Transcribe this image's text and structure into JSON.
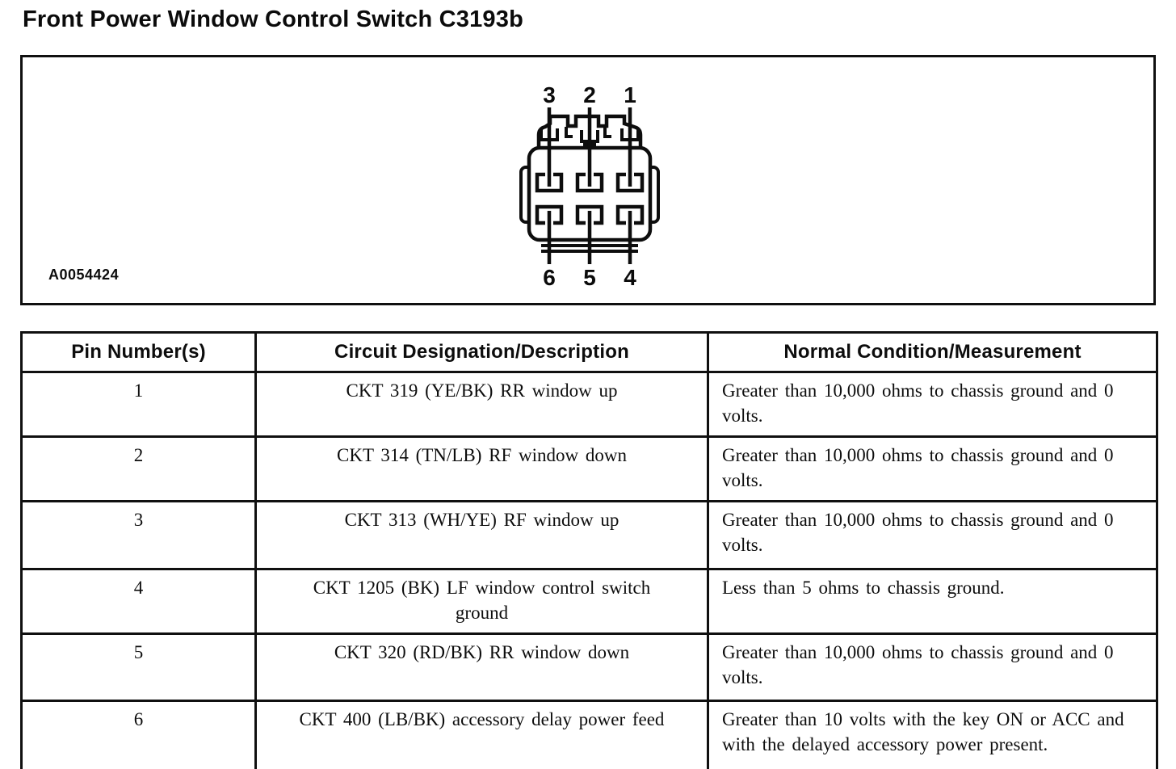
{
  "page": {
    "title": "Front Power Window Control Switch C3193b"
  },
  "diagram": {
    "figure_id": "A0054424",
    "connector": "6-pin connector, face view",
    "pin_labels_top": [
      "3",
      "2",
      "1"
    ],
    "pin_labels_bottom": [
      "6",
      "5",
      "4"
    ]
  },
  "table": {
    "headers": [
      "Pin Number(s)",
      "Circuit Designation/Description",
      "Normal Condition/Measurement"
    ],
    "rows": [
      {
        "pin": "1",
        "circuit": "CKT 319 (YE/BK) RR window up",
        "condition": "Greater than 10,000 ohms to chassis ground and 0 volts."
      },
      {
        "pin": "2",
        "circuit": "CKT 314 (TN/LB) RF window down",
        "condition": "Greater than 10,000 ohms to chassis ground and 0 volts."
      },
      {
        "pin": "3",
        "circuit": "CKT 313 (WH/YE) RF window up",
        "condition": "Greater than 10,000 ohms to chassis ground and 0 volts."
      },
      {
        "pin": "4",
        "circuit": "CKT 1205 (BK) LF window control switch ground",
        "condition": "Less than 5 ohms to chassis ground."
      },
      {
        "pin": "5",
        "circuit": "CKT 320 (RD/BK) RR window down",
        "condition": "Greater than 10,000 ohms to chassis ground and 0 volts."
      },
      {
        "pin": "6",
        "circuit": "CKT 400 (LB/BK) accessory delay power feed",
        "condition": "Greater than 10 volts with the key ON or ACC and with the delayed accessory power present."
      }
    ]
  },
  "colors": {
    "ink": "#0d0d0d",
    "paper": "#ffffff"
  }
}
